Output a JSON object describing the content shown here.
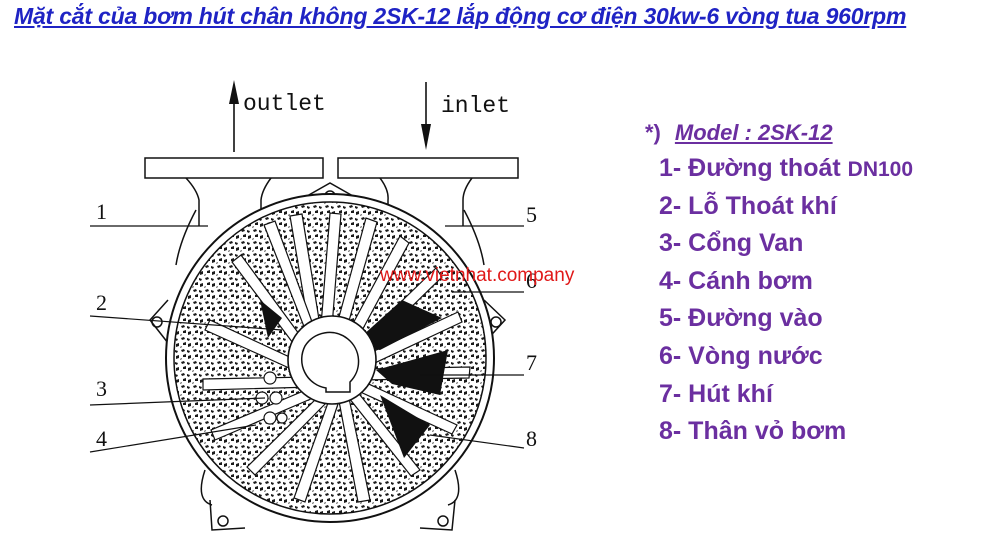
{
  "title": "Mặt cắt của bơm hút chân không 2SK-12 lắp động cơ điện 30kw-6 vòng tua 960rpm",
  "diagram": {
    "outlet_label": "outlet",
    "inlet_label": "inlet",
    "callouts": [
      "1",
      "2",
      "3",
      "4",
      "5",
      "6",
      "7",
      "8"
    ]
  },
  "watermark": "www.vietnhat.company",
  "legend": {
    "marker": "*)",
    "model_label": "Model : 2SK-12",
    "items": [
      {
        "text": "1- Đường thoát",
        "suffix": "DN100"
      },
      {
        "text": "2- Lỗ Thoát khí"
      },
      {
        "text": "3- Cổng Van"
      },
      {
        "text": "4- Cánh bơm"
      },
      {
        "text": "5- Đường vào"
      },
      {
        "text": "6- Vòng nước"
      },
      {
        "text": "7- Hút khí"
      },
      {
        "text": "8- Thân vỏ bơm"
      }
    ]
  },
  "colors": {
    "title": "#1f23c4",
    "legend": "#6b2fa0",
    "watermark": "#e01818"
  }
}
